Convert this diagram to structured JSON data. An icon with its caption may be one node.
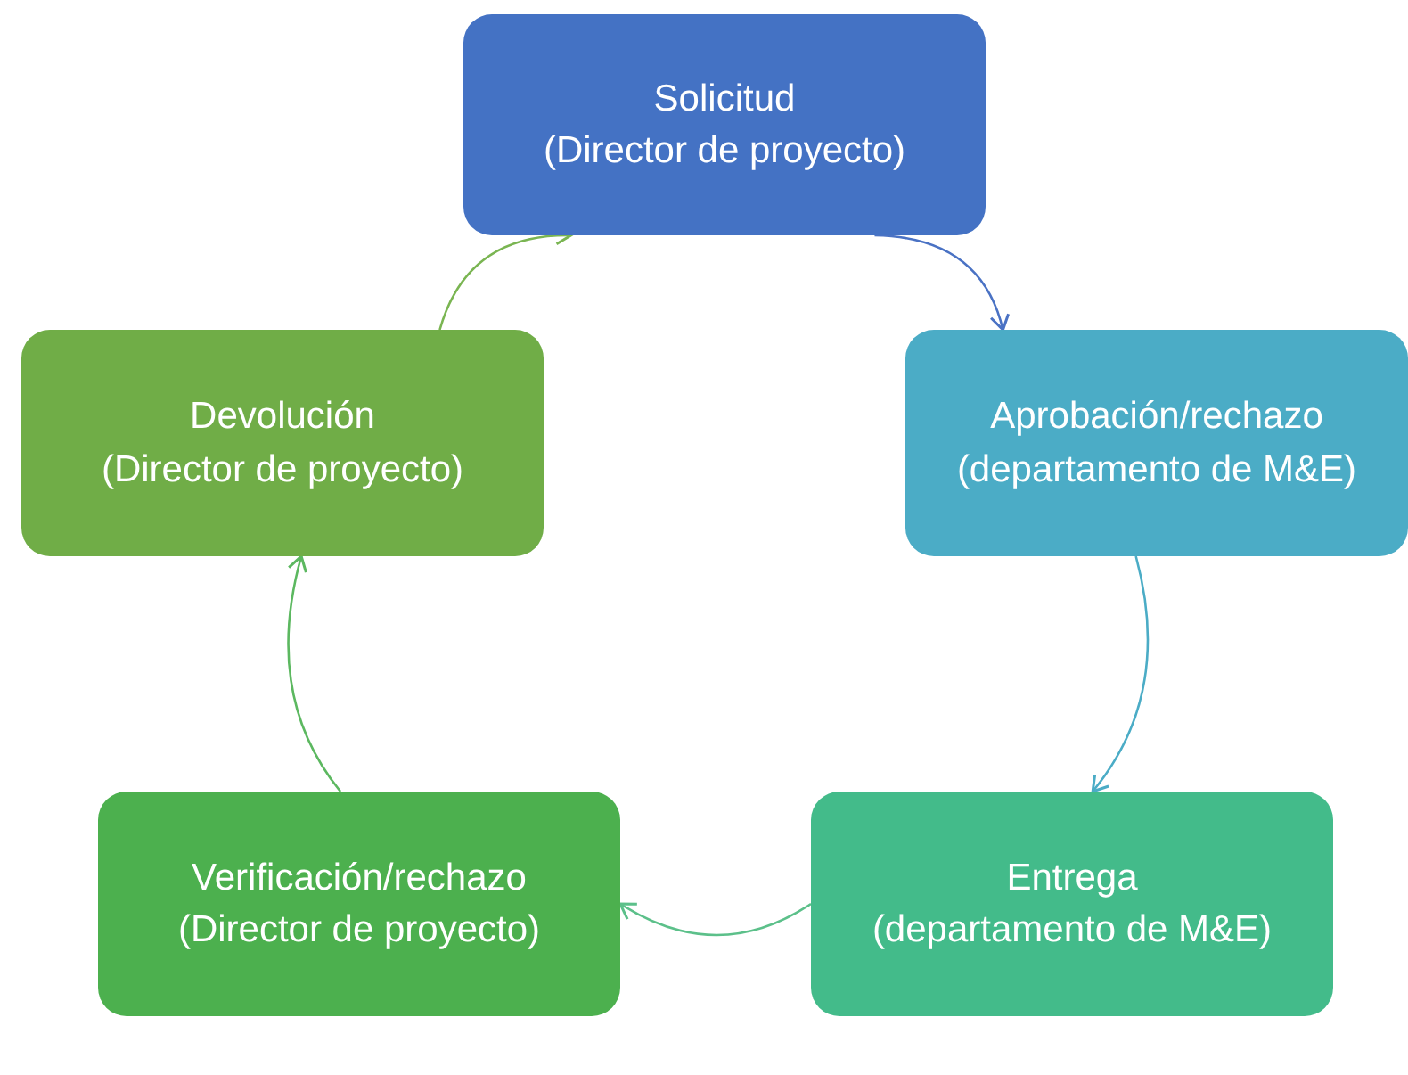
{
  "diagram": {
    "nodes": [
      {
        "text": [
          "Solicitud",
          "(Director de proyecto)"
        ]
      },
      {
        "text": [
          "Aprobación/rechazo",
          "(departamento de M&E)"
        ]
      },
      {
        "text": [
          "Entrega",
          "(departamento de M&E)"
        ]
      },
      {
        "text": [
          "Verificación/rechazo",
          "(Director de proyecto)"
        ]
      },
      {
        "text": [
          "Devolución",
          "(Director de proyecto)"
        ]
      }
    ],
    "edges": [
      {
        "from": 0,
        "to": 1,
        "arrow": "to",
        "color": "#4a72c4"
      },
      {
        "from": 1,
        "to": 2,
        "arrow": "to",
        "color": "#4bacc6"
      },
      {
        "from": 2,
        "to": 3,
        "arrow": "to",
        "color": "#5cc08a"
      },
      {
        "from": 3,
        "to": 4,
        "arrow": "to",
        "color": "#5cb860"
      },
      {
        "from": 4,
        "to": 0,
        "arrow": "to",
        "color": "#7ab552"
      }
    ]
  }
}
